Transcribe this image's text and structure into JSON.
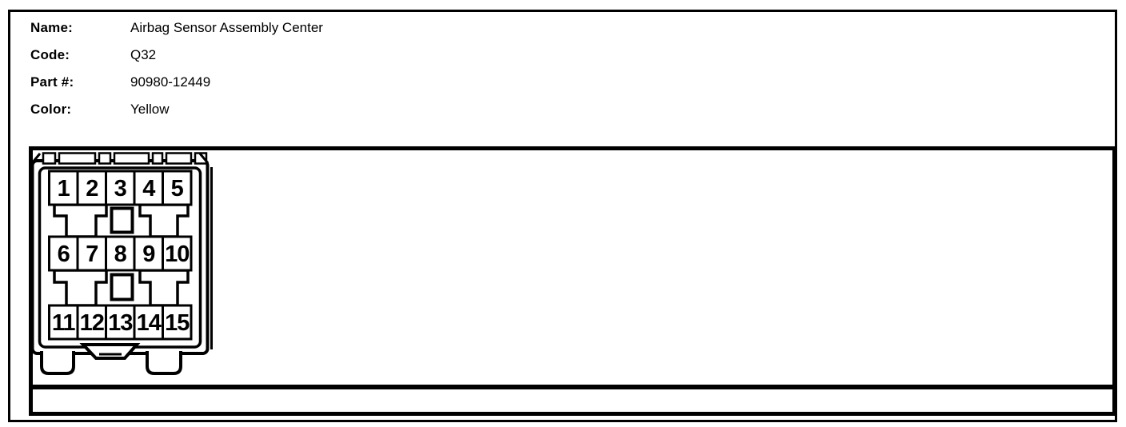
{
  "page": {
    "background": "#ffffff",
    "ink": "#000000"
  },
  "header": {
    "fields": [
      {
        "label": "Name:",
        "value": "Airbag Sensor Assembly Center"
      },
      {
        "label": "Code:",
        "value": "Q32"
      },
      {
        "label": "Part #:",
        "value": "90980-12449"
      },
      {
        "label": "Color:",
        "value": "Yellow"
      }
    ]
  },
  "connector": {
    "description": "15-pin connector, front view, 3 rows of 5 pins",
    "pin_rows": [
      [
        "1",
        "2",
        "3",
        "4",
        "5"
      ],
      [
        "6",
        "7",
        "8",
        "9",
        "10"
      ],
      [
        "11",
        "12",
        "13",
        "14",
        "15"
      ]
    ]
  }
}
